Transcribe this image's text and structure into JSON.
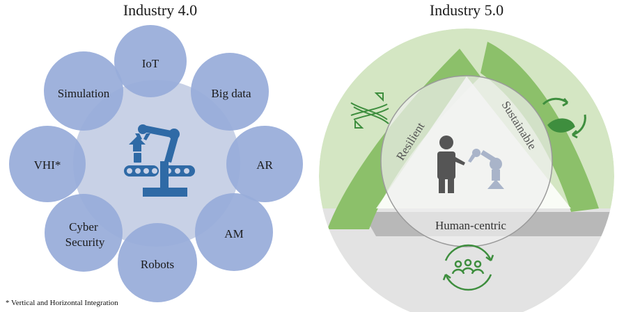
{
  "industry40": {
    "title": "Industry 4.0",
    "petals": [
      "IoT",
      "Big data",
      "AR",
      "AM",
      "Robots",
      "Cyber Security",
      "VHI*",
      "Simulation"
    ],
    "center_icon": "robot-arm-assembly-icon",
    "colors": {
      "petal": "#98acd9",
      "petal_overlap": "#7d93c6",
      "hub": "#c8d1e6",
      "icon": "#2f6aa6"
    },
    "footnote": "* Vertical and Horizontal Integration"
  },
  "industry50": {
    "title": "Industry 5.0",
    "labels": {
      "resilient": "Resilient",
      "sustainable": "Sustainable",
      "human_centric": "Human-centric"
    },
    "icons": [
      "resilience-arrows-icon",
      "recycle-leaf-icon",
      "people-cycle-icon",
      "human-robot-icon"
    ],
    "colors": {
      "green": "#8cc06a",
      "green_light": "#d4e6c3",
      "grey": "#b8b8b8",
      "grey_light": "#e3e3e3",
      "icon_green": "#3e8e3e"
    }
  }
}
